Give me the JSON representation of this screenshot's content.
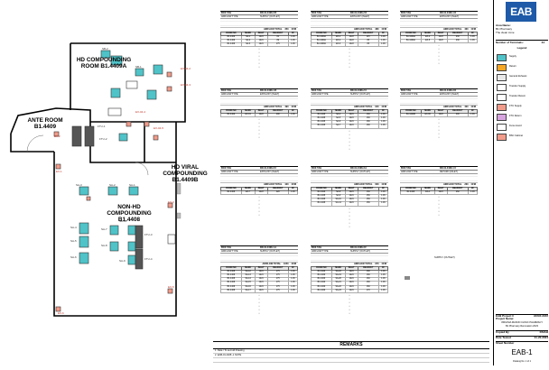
{
  "plan": {
    "rooms": [
      {
        "id": "hd",
        "label": "HD COMPOUNDING ROOM B1.4409A"
      },
      {
        "id": "ante",
        "label": "ANTE ROOM B1.4409"
      },
      {
        "id": "viral",
        "label": "HD VIRAL COMPOUNDING B1.4409B"
      },
      {
        "id": "nonhd",
        "label": "NON-HD COMPOUNDING B1.4408"
      }
    ],
    "tags": [
      "SB-2",
      "SB-1",
      "EX-04-2",
      "EX-04-3",
      "EX-04-4",
      "EX-04-5",
      "FTU-1",
      "FTU-2",
      "SA-3",
      "SA-2",
      "SA-1",
      "EX-1",
      "EX-2",
      "EX-3",
      "EX-5",
      "SA-4",
      "SA-5",
      "SA-6",
      "SA-7",
      "SA-8",
      "SA-9",
      "SA-10",
      "FTU-3",
      "FTU-4",
      "EX-6"
    ]
  },
  "schedule": {
    "box_tag_label": "BOX TAG",
    "airflow_type_label": "AIRFLOW TYPE",
    "airflow_total_label": "AIRFLOW TOTAL",
    "cfm_label": "CFM",
    "columns": [
      "ROOM NO",
      "MARK",
      "INLET",
      "READOUT",
      "CF"
    ],
    "boxes": [
      {
        "tag": "DD-01.4408-3 B",
        "type": "SUPPLY (OUTLET)",
        "total": "350",
        "rows": [
          [
            "B1.4409",
            "SA-1",
            "12x6",
            "84",
            "1.06"
          ],
          [
            "B1.4409",
            "SA-2",
            "12x6",
            "89",
            "1.06"
          ],
          [
            "B1.4409",
            "SA-3",
            "12x6",
            "175",
            "1.06"
          ]
        ]
      },
      {
        "tag": "DD-01.4408-2 D",
        "type": "EXHAUST (INLET)",
        "total": "380",
        "rows": [
          [
            "B1.4409A",
            "EX-1",
            "14x8",
            "115",
            "1.06"
          ],
          [
            "B1.4409A",
            "EX-2",
            "14x8",
            "85",
            "1.06"
          ],
          [
            "B1.4409A",
            "EX-3",
            "14x8",
            "85",
            "1.06"
          ]
        ]
      },
      {
        "tag": "DD-01.4408-1 D",
        "type": "EXHAUST (INLET)",
        "total": "460",
        "rows": [
          [
            "B1.4409A",
            "EX-4",
            "14x8",
            "230",
            "1.06"
          ],
          [
            "B1.4409A",
            "EX-5",
            "14x8",
            "230",
            "1.06"
          ]
        ]
      },
      {
        "tag": "DD-01.4408-1 B",
        "type": "EXHAUST (INLET)",
        "total": "490",
        "rows": [
          [
            "B1.4409",
            "EX-01",
            "14x8",
            "490",
            "1.06"
          ]
        ]
      },
      {
        "tag": "DD-01.4408-2 C",
        "type": "SUPPLY (OUTLET)",
        "total": "640",
        "rows": [
          [
            "B1.4408",
            "SA-4",
            "12x6",
            "160",
            "1.06"
          ],
          [
            "B1.4408",
            "SA-5",
            "12x6",
            "160",
            "1.06"
          ],
          [
            "B1.4408",
            "SA-6",
            "12x6",
            "160",
            "1.06"
          ],
          [
            "B1.4408",
            "SA-7",
            "12x6",
            "160",
            "1.06"
          ]
        ]
      },
      {
        "tag": "DD-01.4408-3 D",
        "type": "EXHAUST (INLET)",
        "total": "400",
        "rows": [
          [
            "B1.4409B",
            "EX-06",
            "14x8",
            "400",
            "1.06"
          ]
        ]
      },
      {
        "tag": "DD-01.4408-3 C",
        "type": "EXHAUST (INLET)",
        "total": "420",
        "rows": [
          [
            "B1.4408",
            "EX-7",
            "14x8",
            "420",
            "1.06"
          ]
        ]
      },
      {
        "tag": "DD-01.4408-3 A",
        "type": "SUPPLY (OUTLET)",
        "total": "600",
        "rows": [
          [
            "B1.4408",
            "SA-8",
            "12x6",
            "150",
            "1.06"
          ],
          [
            "B1.4408",
            "SA-9",
            "12x6",
            "150",
            "1.06"
          ],
          [
            "B1.4408",
            "SA-10",
            "12x6",
            "150",
            "1.06"
          ],
          [
            "B1.4408",
            "SA-11",
            "12x6",
            "150",
            "1.06"
          ]
        ]
      },
      {
        "tag": "DD-01.4408-1 C",
        "type": "RETURN (INLET)",
        "total": "260",
        "rows": [
          [
            "B1.4408",
            "RA-1",
            "12x6",
            "260",
            "1.06"
          ]
        ]
      },
      {
        "tag": "DD-01.4408-1 A",
        "type": "SUPPLY (OUTLET)",
        "total": "1050",
        "rows": [
          [
            "B1.4408",
            "SA-12",
            "12x6",
            "175",
            "1.06"
          ],
          [
            "B1.4408",
            "SA-13",
            "12x6",
            "175",
            "1.06"
          ],
          [
            "B1.4408",
            "SA-14",
            "12x6",
            "175",
            "1.06"
          ],
          [
            "B1.4408",
            "SA-15",
            "12x6",
            "175",
            "1.06"
          ],
          [
            "B1.4408",
            "SA-16",
            "12x6",
            "175",
            "1.06"
          ],
          [
            "B1.4408",
            "SA-17",
            "12x6",
            "175",
            "1.06"
          ]
        ]
      },
      {
        "tag": "DD-01.4408-3 F",
        "type": "SUPPLY (OUTLET)",
        "total": "970",
        "rows": [
          [
            "B1.4409",
            "SA-18",
            "12x6",
            "160",
            "1.06"
          ],
          [
            "B1.4409",
            "SA-19",
            "12x6",
            "160",
            "1.06"
          ],
          [
            "B1.4409",
            "SA-20",
            "12x6",
            "160",
            "1.06"
          ],
          [
            "B1.4409",
            "SA-21",
            "12x6",
            "160",
            "1.06"
          ],
          [
            "B1.4409",
            "SA-22",
            "12x6",
            "160",
            "1.06"
          ],
          [
            "B1.4409",
            "SA-23",
            "12x6",
            "170",
            "1.06"
          ]
        ]
      }
    ],
    "note": "SUPPLY (OUTLET)"
  },
  "remarks": {
    "title": "REMARKS",
    "lines": [
      "1. Data / To as-built Drawing",
      "2. EAB-01.4408 -1 NOTE"
    ]
  },
  "titleblock": {
    "logo": "EAB",
    "area_name_label": "Area Name:",
    "area_name": "B1 Pharmacy",
    "area_sub": "The clean zone",
    "terminals_label": "Number of Terminals:",
    "terminals": "34",
    "legend_title": "Legend",
    "legend": [
      {
        "label": "Supply",
        "color": "#4fc3c8"
      },
      {
        "label": "Return",
        "color": "#f5a623"
      },
      {
        "label": "General Exhaust",
        "color": "#e8e8e8"
      },
      {
        "label": "Transfer Supply",
        "color": "#ffffff"
      },
      {
        "label": "Transfer Return",
        "color": "#ffffff"
      },
      {
        "label": "FTU Supply",
        "color": "#f29b8a"
      },
      {
        "label": "FTU Return",
        "color": "#d7a4e0"
      },
      {
        "label": "Fume Hood",
        "color": "#ffffff"
      },
      {
        "label": "BSC Cabinet",
        "color": "#f29b8a"
      }
    ],
    "project_label": "EAB Project #",
    "project": "#####-####",
    "project_name_label": "Project Name:",
    "project_name": "VIRGINIA MASON CLINIC PHARMACY",
    "project_name2": "B1 Pharmacy Renovation 2023",
    "copied_label": "Copied By",
    "copied": "DS/AH",
    "date_label": "Date Tested",
    "date": "01-20-2024",
    "sheet_label": "Sheet Number",
    "sheet": "EAB-1",
    "footer": "Drawing No. 1 of 1"
  }
}
